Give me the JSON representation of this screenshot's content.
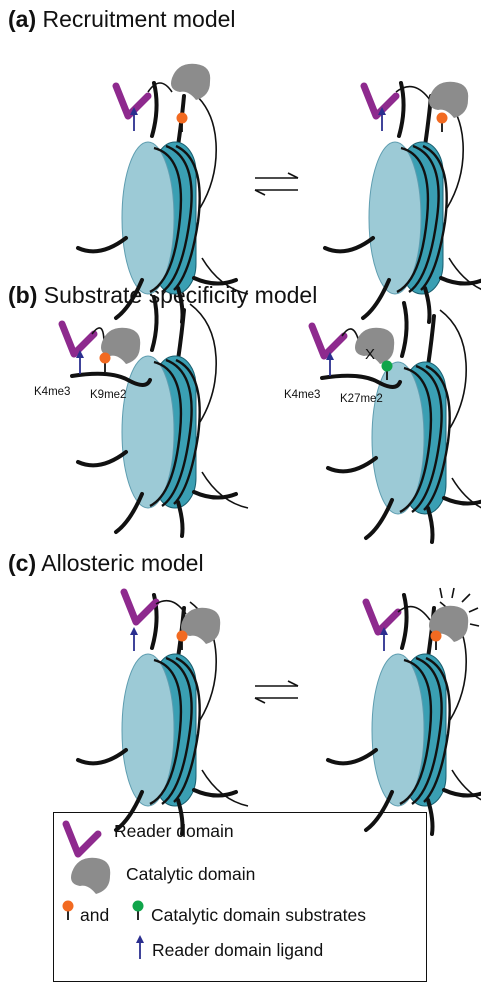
{
  "panels": [
    {
      "letter": "(a)",
      "title": "Recruitment model"
    },
    {
      "letter": "(b)",
      "title": "Substrate specificity model"
    },
    {
      "letter": "(c)",
      "title": "Allosteric model"
    }
  ],
  "modifications": {
    "k4me3": "K4me3",
    "k9me2": "K9me2",
    "k27me2": "K27me2",
    "blocked_mark": "X"
  },
  "legend": {
    "reader_domain": "Reader domain",
    "catalytic_domain": "Catalytic domain",
    "and": "and",
    "substrates": "Catalytic domain substrates",
    "reader_ligand": "Reader domain ligand"
  },
  "colors": {
    "reader": "#8e2a8e",
    "catalytic": "#8c8c8c",
    "substrate_orange": "#f26a21",
    "substrate_green": "#10a54a",
    "ligand": "#2b2f8f",
    "nucleosome_face": "#9ccad6",
    "nucleosome_body": "#3a9fb3"
  }
}
